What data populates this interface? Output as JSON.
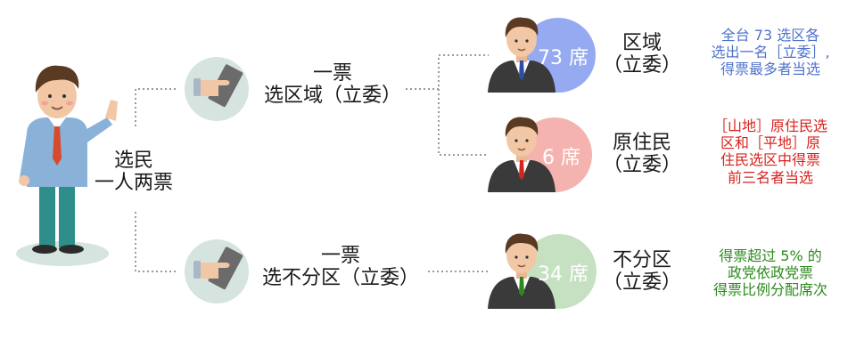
{
  "colors": {
    "district_circle": "#95AAF0",
    "indigenous_circle": "#F4B3AF",
    "party_list_circle": "#C6E1C1",
    "hand_circle": "#D5E4DF",
    "district_note": "#4F72CC",
    "indigenous_note": "#D7231E",
    "party_list_note": "#2C8A1C"
  },
  "voter": {
    "line1": "选民",
    "line2": "一人两票"
  },
  "ballots": [
    {
      "line1": "一票",
      "line2": "选区域（立委）"
    },
    {
      "line1": "一票",
      "line2": "选不分区（立委）"
    }
  ],
  "seats": {
    "district": {
      "seats": "73 席",
      "category_line1": "区域",
      "category_line2": "（立委）"
    },
    "indigenous": {
      "seats": "6 席",
      "category_line1": "原住民",
      "category_line2": "（立委）"
    },
    "party_list": {
      "seats": "34 席",
      "category_line1": "不分区",
      "category_line2": "（立委）"
    }
  },
  "notes": {
    "district": [
      "全台 73 选区各",
      "选出一名［立委］,",
      "得票最多者当选"
    ],
    "indigenous": [
      "［山地］原住民选",
      "区和［平地］原",
      "住民选区中得票",
      "前三名者当选"
    ],
    "party_list": [
      "得票超过 5% 的",
      "政党依政党票",
      "得票比例分配席次"
    ]
  },
  "icons": {
    "voter": "man-waving-icon",
    "ballot_hand": "hand-holding-card-icon",
    "legislator": "legislator-avatar-icon"
  }
}
